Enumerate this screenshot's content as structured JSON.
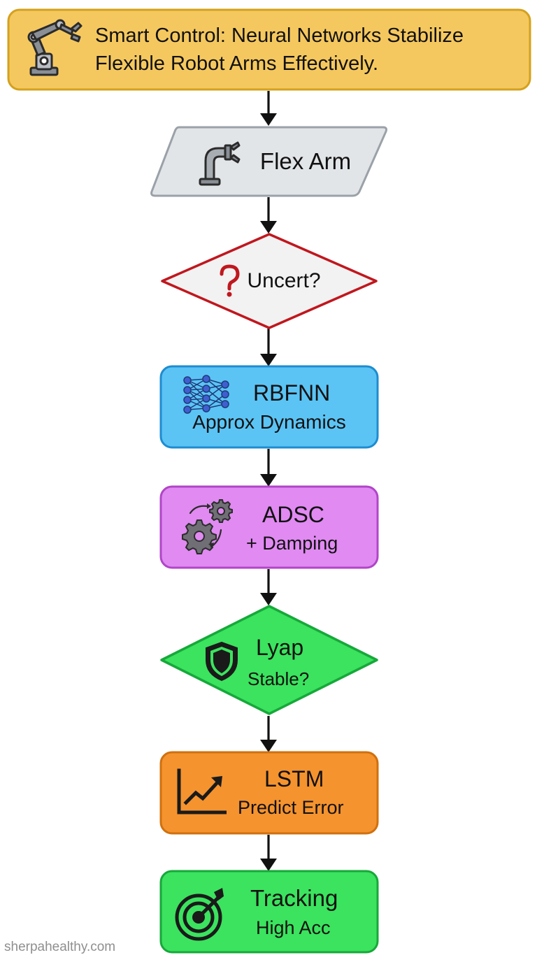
{
  "title": {
    "text_line1": "Smart Control: Neural Networks Stabilize",
    "text_line2": "Flexible Robot Arms Effectively.",
    "icon": "robot-arm-icon",
    "fill": "#F5C85F",
    "stroke": "#D4A11E"
  },
  "nodes": [
    {
      "id": "flex-arm",
      "shape": "parallelogram",
      "icon": "bent-pipe-gripper-icon",
      "label": "Flex Arm",
      "fill": "#E2E5E8",
      "stroke": "#9AA1A8"
    },
    {
      "id": "uncertainty",
      "shape": "diamond",
      "icon": "question-mark-icon",
      "label": "Uncert?",
      "fill": "#F2F2F2",
      "stroke": "#C0171E"
    },
    {
      "id": "rbfnn",
      "shape": "rounded-rect",
      "icon": "neural-network-icon",
      "label": "RBFNN",
      "sublabel": "Approx Dynamics",
      "fill": "#5BC4F5",
      "stroke": "#1E8CD0"
    },
    {
      "id": "adsc",
      "shape": "rounded-rect",
      "icon": "gears-cycle-icon",
      "label": "ADSC",
      "sublabel": "+ Damping",
      "fill": "#E08AF2",
      "stroke": "#B145C8"
    },
    {
      "id": "lyapunov",
      "shape": "diamond",
      "icon": "shield-icon",
      "label": "Lyap",
      "sublabel": "Stable?",
      "fill": "#3BE35E",
      "stroke": "#17A83A"
    },
    {
      "id": "lstm",
      "shape": "rounded-rect",
      "icon": "trend-chart-icon",
      "label": "LSTM",
      "sublabel": "Predict Error",
      "fill": "#F5932F",
      "stroke": "#D0700E"
    },
    {
      "id": "tracking",
      "shape": "rounded-rect",
      "icon": "target-icon",
      "label": "Tracking",
      "sublabel": "High Acc",
      "fill": "#3BE35E",
      "stroke": "#17A83A"
    }
  ],
  "watermark": "sherpahealthy.com"
}
